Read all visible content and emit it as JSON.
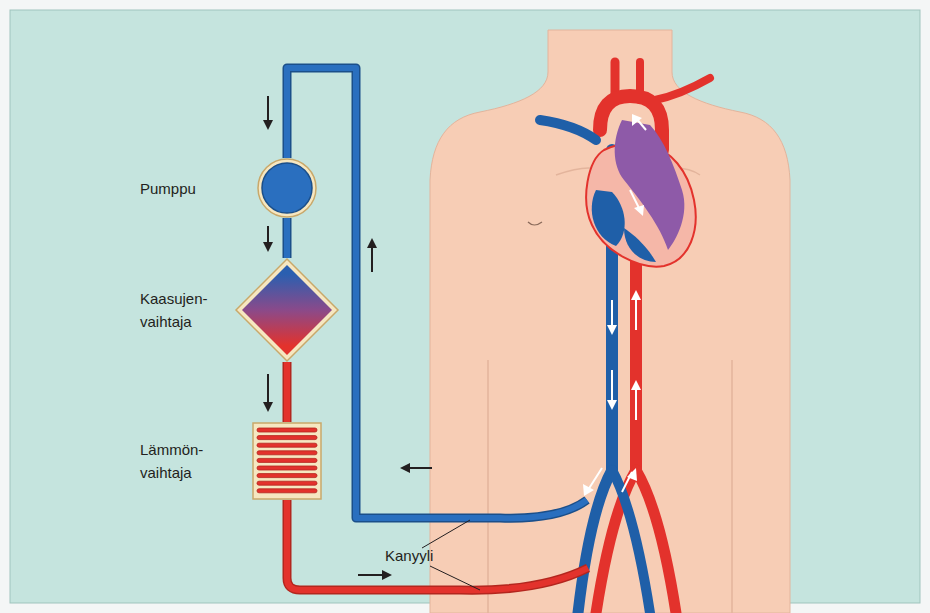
{
  "diagram": {
    "nodes": [
      {
        "text": [
          "Pumppu"
        ]
      },
      {
        "text": [
          "Kaasujen- vaihtaja"
        ]
      },
      {
        "text": [
          "Lämmön- vaihtaja"
        ]
      }
    ],
    "edges": [
      {
        "from": 0,
        "to": 1,
        "arrow": "to"
      },
      {
        "from": 1,
        "to": 2,
        "arrow": "to"
      }
    ],
    "labels": [
      "Kanyyli"
    ]
  }
}
